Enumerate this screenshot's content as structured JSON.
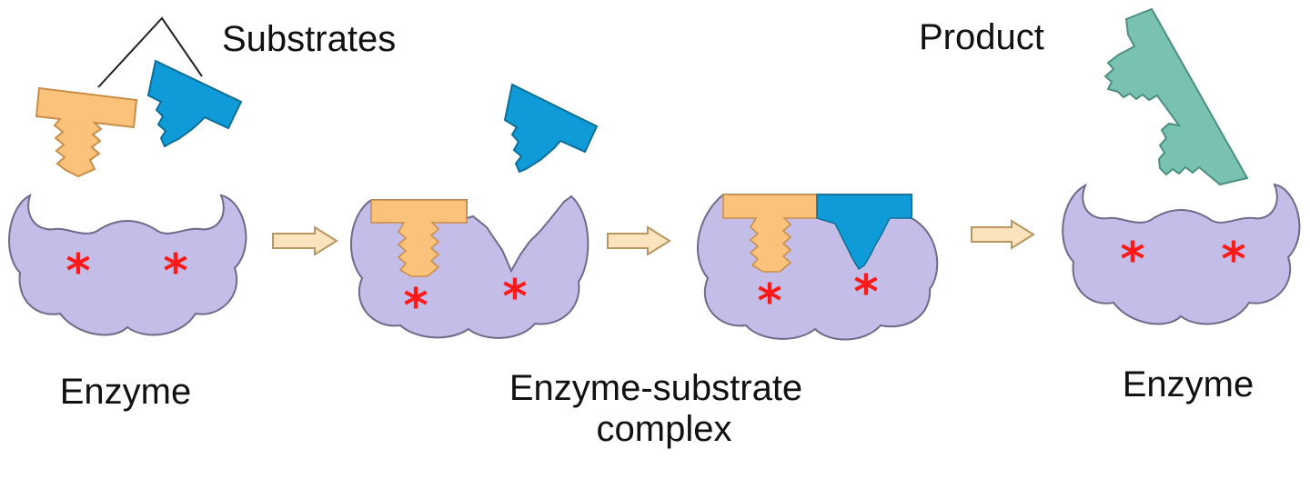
{
  "labels": {
    "substrates": "Substrates",
    "product": "Product",
    "enzyme_left": "Enzyme",
    "complex_line1": "Enzyme-substrate",
    "complex_line2": "complex",
    "enzyme_right": "Enzyme"
  },
  "active_site_marker": "*",
  "colors": {
    "enzyme": "#c4bde8",
    "enzyme_outline": "#6f6a8a",
    "substrate_orange": "#fbc27c",
    "substrate_orange_outline": "#c88d46",
    "substrate_blue": "#0f9bd7",
    "substrate_blue_outline": "#0b6e9a",
    "product": "#79c1b1",
    "product_outline": "#4c8f81",
    "arrow_fill": "#fbe3bd",
    "arrow_outline": "#b89660",
    "active_site": "#ff1a1a",
    "text": "#111111"
  }
}
